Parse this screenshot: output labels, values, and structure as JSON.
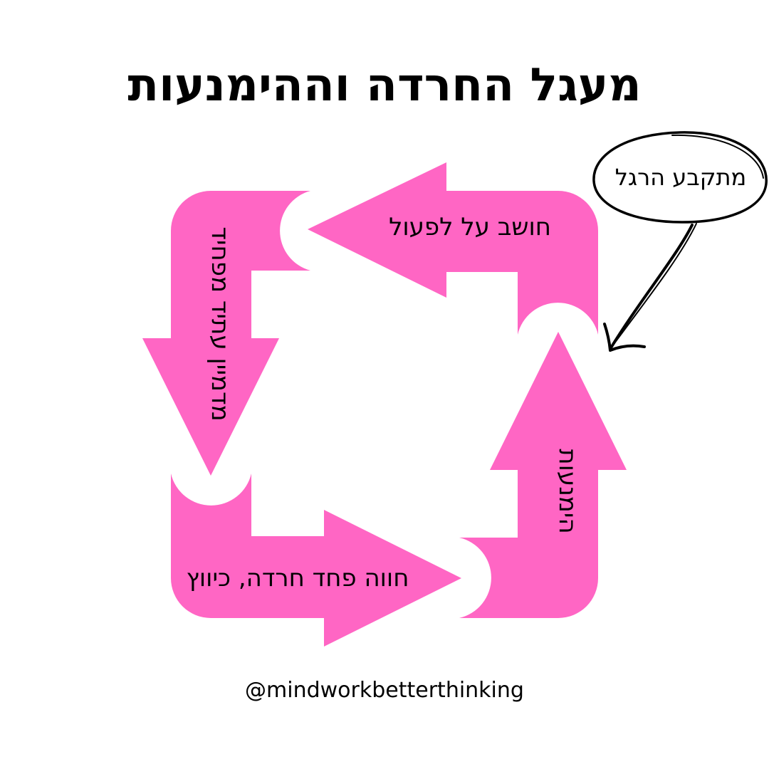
{
  "title": "מעגל החרדה וההימנעות",
  "cycle": {
    "top_step": "חושב על לפעול",
    "left_step": "מדמיין עתיד מפחיד",
    "bottom_step": "חווה פחד חרדה, כיווץ",
    "right_step": "הימנעות"
  },
  "callout": {
    "text": "מתקבע הרגל"
  },
  "handle": "@mindworkbetterthinking",
  "colors": {
    "arrow_fill": "#ff66c4",
    "text": "#000000",
    "background": "#ffffff"
  }
}
